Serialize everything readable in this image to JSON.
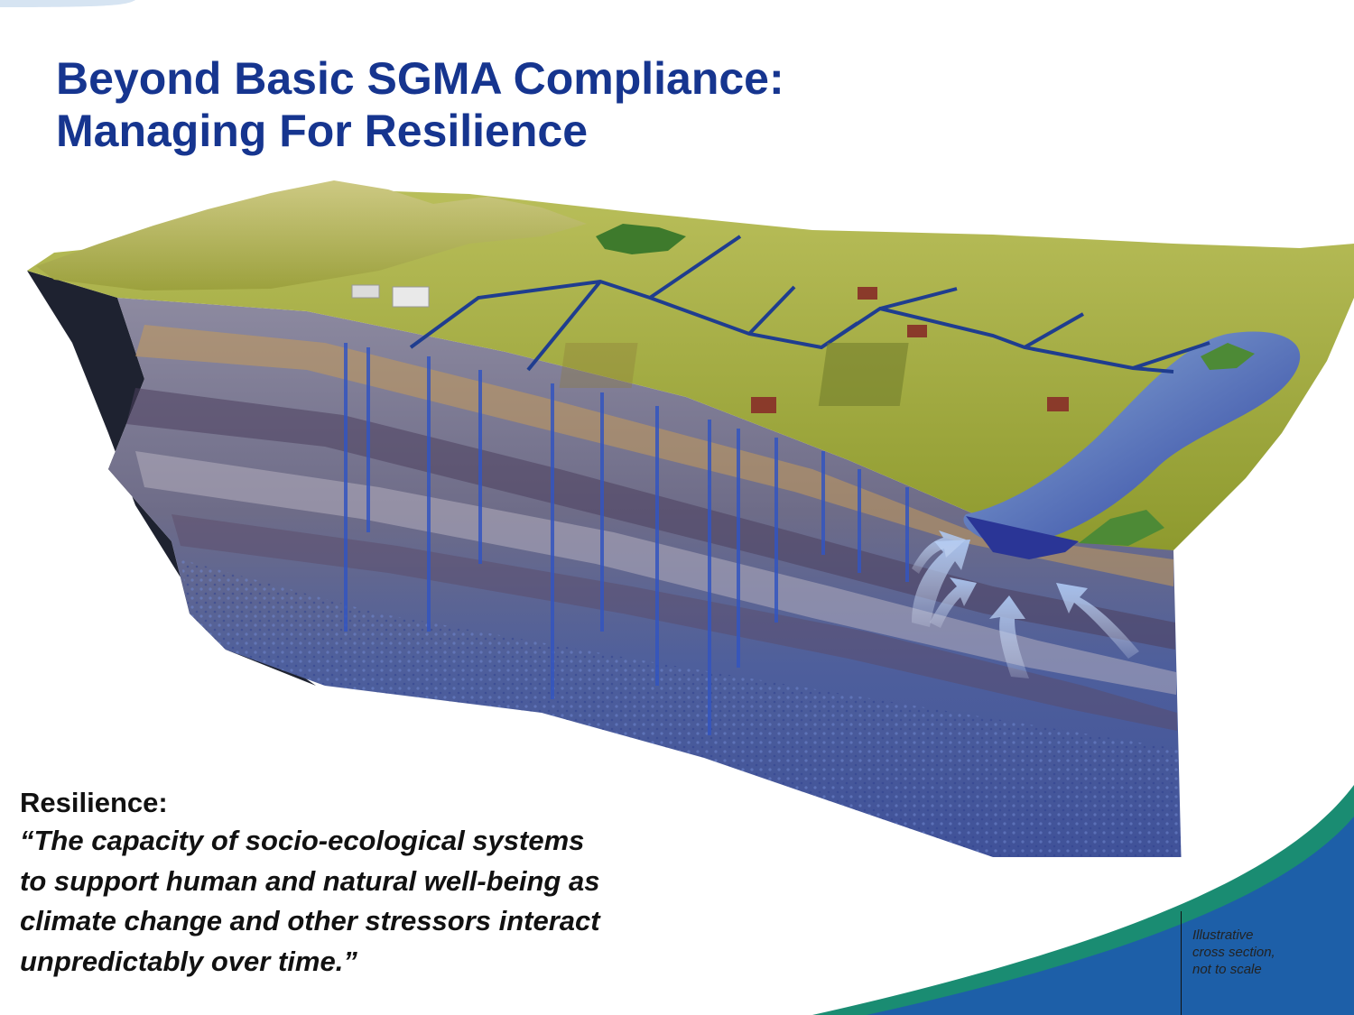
{
  "title": {
    "line1": "Beyond Basic SGMA Compliance:",
    "line2": "Managing For Resilience"
  },
  "quote": {
    "heading": "Resilience:",
    "lines": [
      "“The capacity of socio-ecological systems",
      "to support human and natural well-being as",
      "climate change and other stressors interact",
      "unpredictably over time.”"
    ]
  },
  "caption": {
    "lines": [
      "Illustrative",
      "cross section,",
      "not to scale"
    ]
  },
  "colors": {
    "title": "#16358f",
    "ground_green": "#9aa83a",
    "aquifer_blue": "#3f56a6",
    "soil_brown": "#b8864a",
    "accent_teal": "#1a8c72",
    "accent_blue": "#1d5fa8"
  }
}
